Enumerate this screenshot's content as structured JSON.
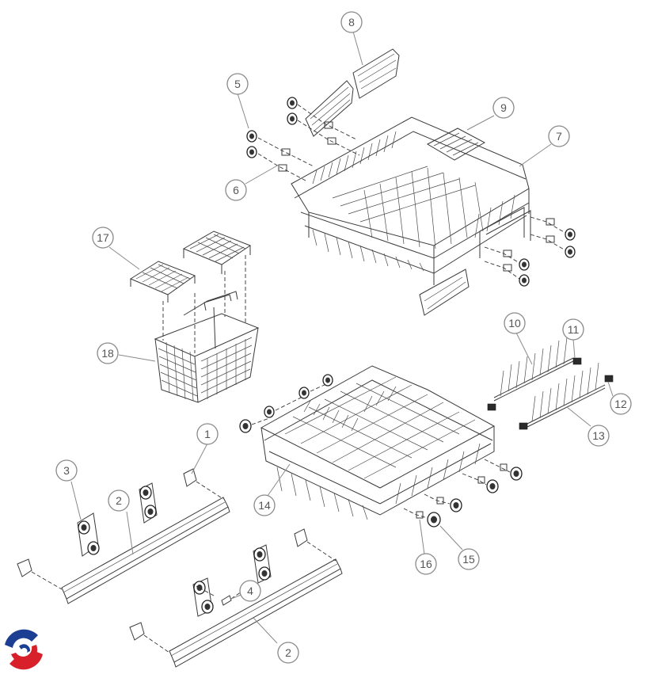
{
  "callouts": [
    {
      "id": "c1",
      "label": "1"
    },
    {
      "id": "c2a",
      "label": "2"
    },
    {
      "id": "c2b",
      "label": "2"
    },
    {
      "id": "c3",
      "label": "3"
    },
    {
      "id": "c4",
      "label": "4"
    },
    {
      "id": "c5",
      "label": "5"
    },
    {
      "id": "c6",
      "label": "6"
    },
    {
      "id": "c7",
      "label": "7"
    },
    {
      "id": "c8",
      "label": "8"
    },
    {
      "id": "c9",
      "label": "9"
    },
    {
      "id": "c10",
      "label": "10"
    },
    {
      "id": "c11",
      "label": "11"
    },
    {
      "id": "c12",
      "label": "12"
    },
    {
      "id": "c13",
      "label": "13"
    },
    {
      "id": "c14",
      "label": "14"
    },
    {
      "id": "c15",
      "label": "15"
    },
    {
      "id": "c16",
      "label": "16"
    },
    {
      "id": "c17",
      "label": "17"
    },
    {
      "id": "c18",
      "label": "18"
    }
  ],
  "colors": {
    "callout_stroke": "#8a8a8a",
    "callout_text": "#555555",
    "line_art": "#3a3a3a",
    "logo_red": "#d8202a",
    "logo_blue": "#1c3f94"
  },
  "logo": {
    "icon": "brand-logo-icon"
  }
}
